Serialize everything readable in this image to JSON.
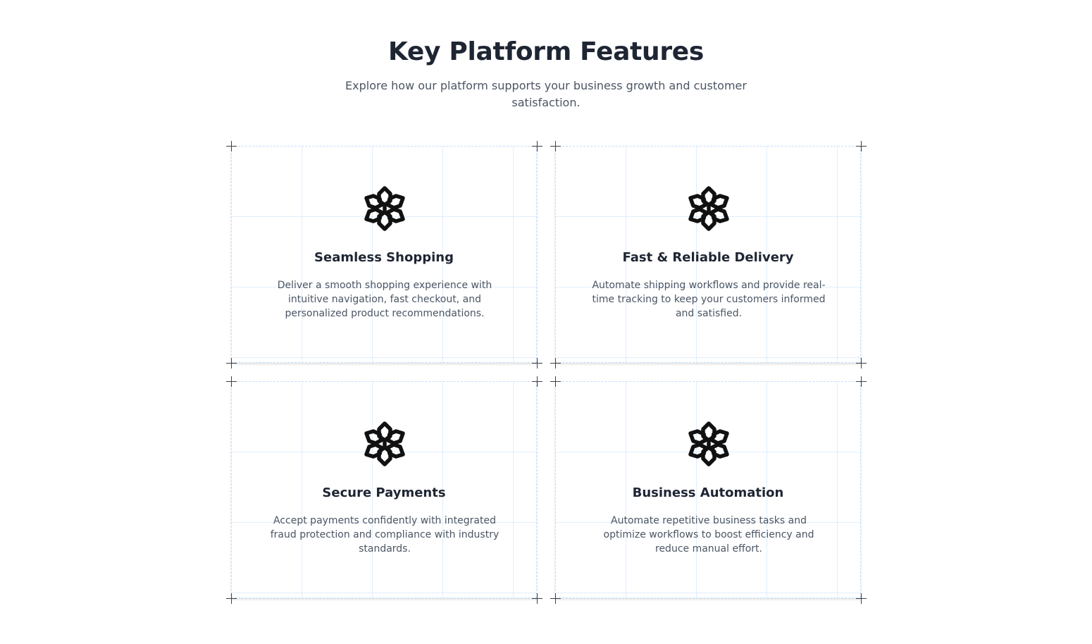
{
  "header": {
    "title": "Key Platform Features",
    "subtitle": "Explore how our platform supports your business growth and customer satisfaction."
  },
  "features": [
    {
      "icon": "snowflake-icon",
      "title": "Seamless Shopping",
      "description": "Deliver a smooth shopping experience with intuitive navigation, fast checkout, and personalized product recommendations."
    },
    {
      "icon": "snowflake-icon",
      "title": "Fast & Reliable Delivery",
      "description": "Automate shipping workflows and provide real-time tracking to keep your customers informed and satisfied."
    },
    {
      "icon": "snowflake-icon",
      "title": "Secure Payments",
      "description": "Accept payments confidently with integrated fraud protection and compliance with industry standards."
    },
    {
      "icon": "snowflake-icon",
      "title": "Business Automation",
      "description": "Automate repetitive business tasks and optimize workflows to boost efficiency and reduce manual effort."
    }
  ],
  "colors": {
    "heading": "#1e2533",
    "body_text": "#4b5563",
    "grid_line": "#93c5fd",
    "corner_marker": "#3f3f46"
  }
}
